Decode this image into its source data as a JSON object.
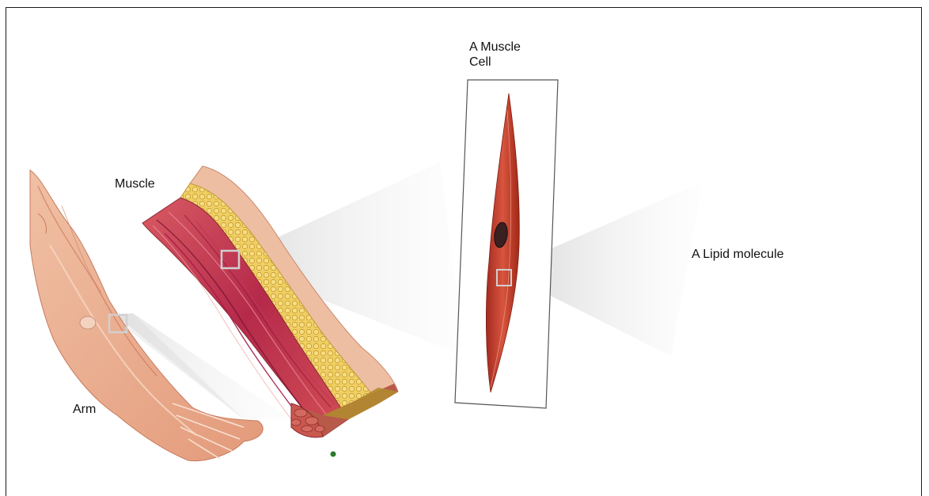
{
  "labels": {
    "cell": "A Muscle\nCell",
    "muscle": "Muscle",
    "lipid": "A Lipid molecule",
    "arm": "Arm"
  },
  "colors": {
    "skin": "#e9a98a",
    "muscle": "#c8434e",
    "muscle_dark": "#9b1f3a",
    "fat": "#e8c050",
    "cell": "#c4402e",
    "frame": "#1a1a1a"
  }
}
